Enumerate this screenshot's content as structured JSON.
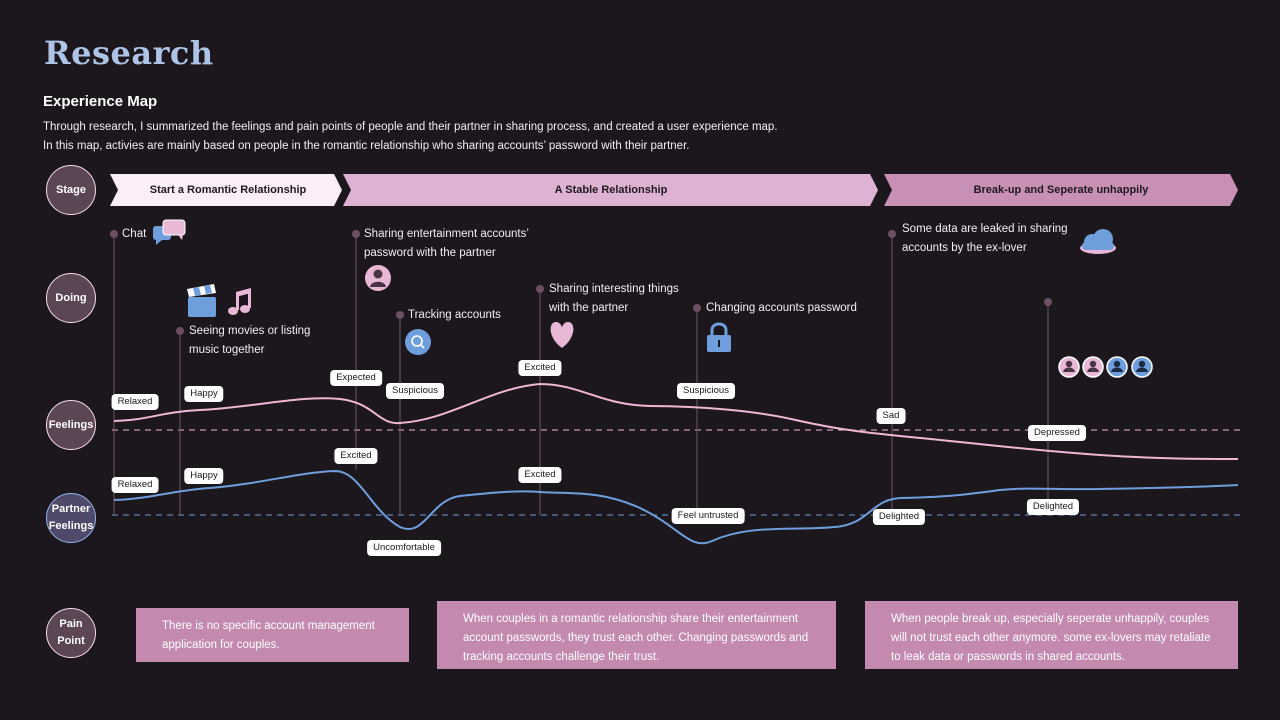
{
  "header": {
    "title": "Research",
    "subtitle": "Experience Map",
    "description_1": "Through research, I summarized the feelings and pain points of people and their partner in sharing process, and created a user experience map.",
    "description_2": "In this map, activies are mainly based on people in the romantic relationship who sharing accounts’ password with their partner."
  },
  "rows": {
    "stage": "Stage",
    "doing": "Doing",
    "feelings": "Feelings",
    "partner_1": "Partner",
    "partner_2": "Feelings",
    "pain_1": "Pain",
    "pain_2": "Point"
  },
  "stages": [
    {
      "label": "Start a Romantic Relationship",
      "color": "#fbeef6"
    },
    {
      "label": "A Stable Relationship",
      "color": "#deb2d2"
    },
    {
      "label": "Break-up and Seperate unhappily",
      "color": "#c890b4"
    }
  ],
  "doing": {
    "chat": "Chat",
    "movies_1": "Seeing movies or listing",
    "movies_2": "music together",
    "sharing_pw_1": "Sharing entertainment accounts’",
    "sharing_pw_2": "password with the partner",
    "tracking": "Tracking accounts",
    "sharing_things_1": "Sharing interesting things",
    "sharing_things_2": "with the partner",
    "changing": "Changing  accounts password",
    "leaked_1": "Some data are leaked in sharing",
    "leaked_2": "accounts by the ex-lover"
  },
  "feelings_labels": {
    "relaxed": "Relaxed",
    "happy": "Happy",
    "expected": "Expected",
    "suspicious_1": "Suspicious",
    "excited": "Excited",
    "suspicious_2": "Suspicious",
    "sad": "Sad",
    "depressed": "Depressed"
  },
  "partner_labels": {
    "relaxed": "Relaxed",
    "happy": "Happy",
    "excited_1": "Excited",
    "uncomfortable": "Uncomfortable",
    "excited_2": "Excited",
    "untrusted": "Feel untrusted",
    "delighted_1": "Delighted",
    "delighted_2": "Delighted"
  },
  "pain_points": [
    "There is no specific account management application for couples.",
    "When couples in a romantic relationship share their entertainment account passwords, they trust each other. Changing passwords and tracking accounts challenge their trust.",
    "When people break up, especially seperate unhappily, couples will not trust each other anymore. some ex-lovers may retaliate to leak data or passwords in shared accounts."
  ],
  "colors": {
    "feelings_line": "#f0b6d6",
    "partner_line": "#6e9fdc",
    "pain_box": "#c389ae",
    "title": "#aec4e6"
  },
  "icons": [
    "chat-bubbles-icon",
    "clapperboard-icon",
    "music-note-icon",
    "user-avatar-icon",
    "search-icon",
    "heart-icon",
    "lock-icon",
    "cloud-icon",
    "group-avatars-icon"
  ]
}
